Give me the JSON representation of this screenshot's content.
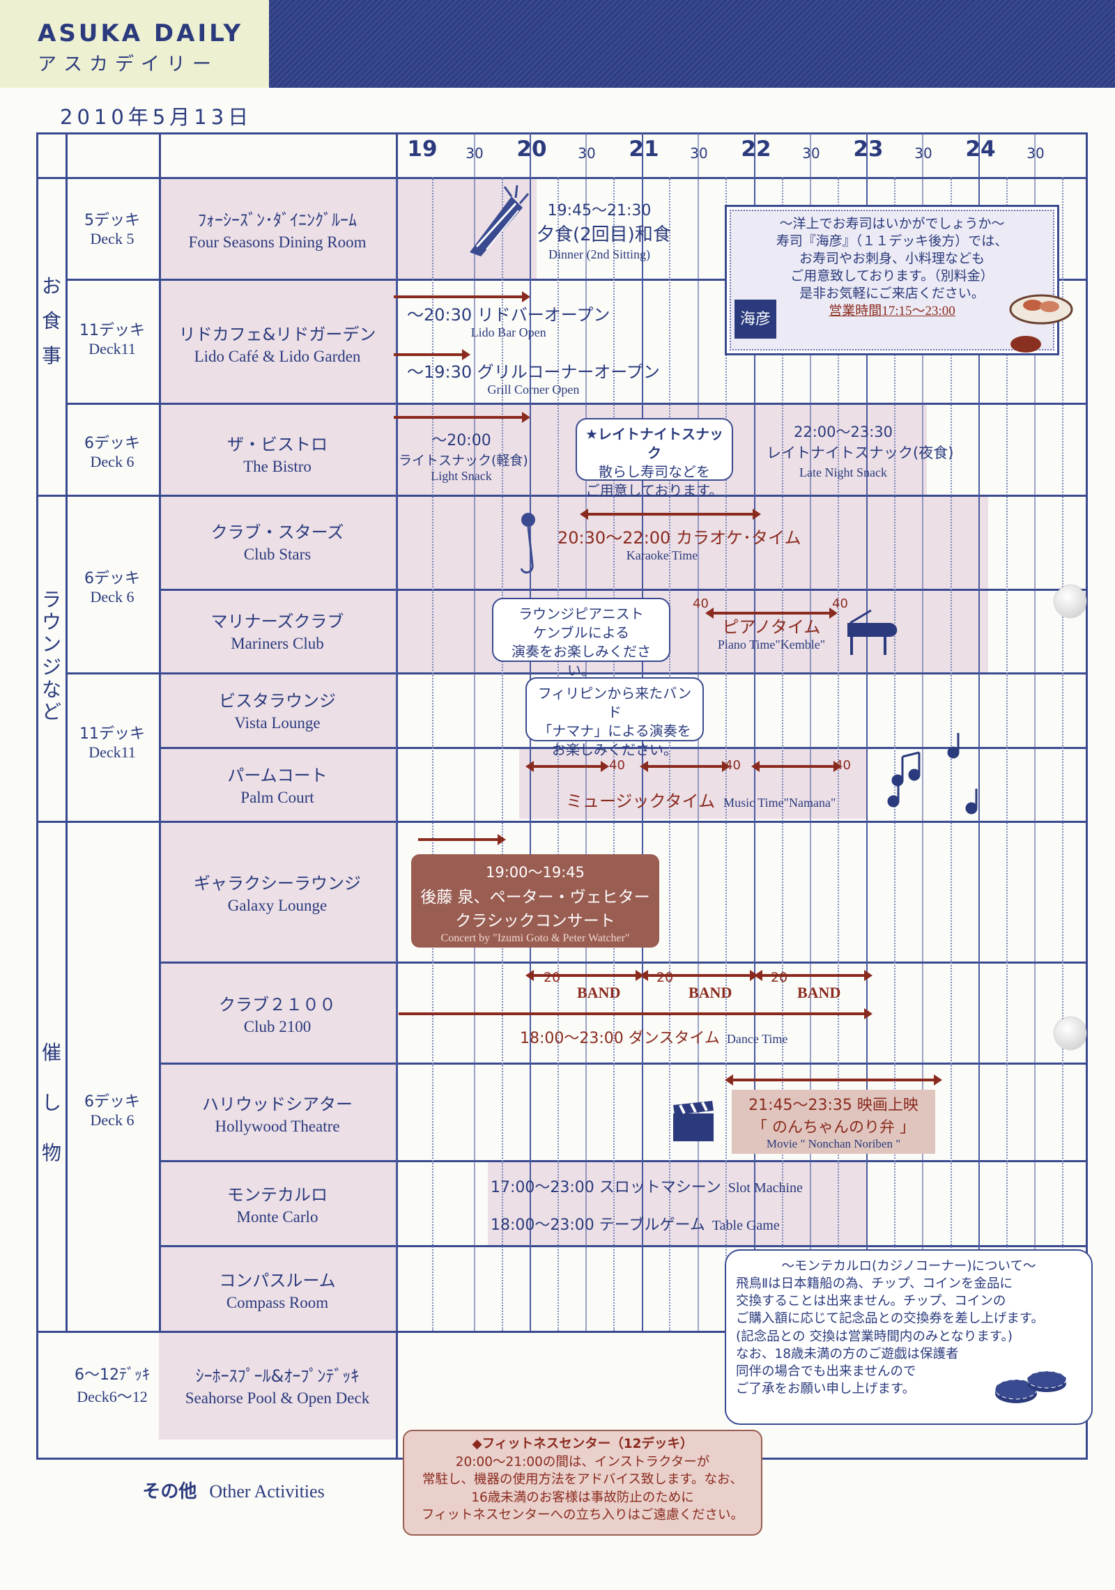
{
  "header": {
    "brand": "ASUKA DAILY",
    "brand_sub": "アスカデイリー",
    "date": "2010年5月13日"
  },
  "timeline": {
    "hours": [
      "19",
      "20",
      "21",
      "22",
      "23",
      "24"
    ],
    "minutes": "30"
  },
  "categories": {
    "dining": "お食事",
    "lounge": "ラウンジなど",
    "events": "催し物"
  },
  "decks": {
    "d5": {
      "j": "5デッキ",
      "e": "Deck 5"
    },
    "d11a": {
      "j": "11デッキ",
      "e": "Deck11"
    },
    "d6a": {
      "j": "6デッキ",
      "e": "Deck 6"
    },
    "d6b": {
      "j": "6デッキ",
      "e": "Deck 6"
    },
    "d11b": {
      "j": "11デッキ",
      "e": "Deck11"
    },
    "d6c": {
      "j": "6デッキ",
      "e": "Deck 6"
    },
    "d612": {
      "j": "6〜12ﾃﾞｯｷ",
      "e": "Deck6〜12"
    }
  },
  "venues": {
    "four_seasons": {
      "j": "ﾌｫｰｼｰｽﾞﾝ･ﾀﾞｲﾆﾝｸﾞﾙｰﾑ",
      "e": "Four Seasons Dining Room"
    },
    "lido": {
      "j": "リドカフェ&リドガーデン",
      "e": "Lido Café & Lido Garden"
    },
    "bistro": {
      "j": "ザ・ビストロ",
      "e": "The Bistro"
    },
    "club_stars": {
      "j": "クラブ・スターズ",
      "e": "Club Stars"
    },
    "mariners": {
      "j": "マリナーズクラブ",
      "e": "Mariners Club"
    },
    "vista": {
      "j": "ビスタラウンジ",
      "e": "Vista Lounge"
    },
    "palm": {
      "j": "パームコート",
      "e": "Palm Court"
    },
    "galaxy": {
      "j": "ギャラクシーラウンジ",
      "e": "Galaxy Lounge"
    },
    "club2100": {
      "j": "クラブ２１００",
      "e": "Club 2100"
    },
    "hollywood": {
      "j": "ハリウッドシアター",
      "e": "Hollywood Theatre"
    },
    "monte": {
      "j": "モンテカルロ",
      "e": "Monte Carlo"
    },
    "compass": {
      "j": "コンパスルーム",
      "e": "Compass Room"
    },
    "seahorse": {
      "j": "ｼｰﾎｰｽﾌﾟｰﾙ&ｵｰﾌﾟﾝﾃﾞｯｷ",
      "e": "Seahorse Pool & Open Deck"
    },
    "other": {
      "j": "その他",
      "e": "Other Activities"
    }
  },
  "events": {
    "dinner": {
      "time": "19:45〜21:30",
      "j": "夕食(2回目)和食",
      "e": "Dinner (2nd Sitting)"
    },
    "sushi_box": {
      "l1": "〜洋上でお寿司はいかがでしょうか〜",
      "l2": "寿司『海彦』（１１デッキ後方）では、",
      "l3": "お寿司やお刺身、小料理なども",
      "l4": "ご用意致しております。（別料金）",
      "l5": "是非お気軽にご来店ください。",
      "l6": "営業時間17:15〜23:00",
      "logo": "海彦"
    },
    "lido_bar": {
      "j": "〜20:30 リドバーオープン",
      "e": "Lido Bar Open"
    },
    "grill": {
      "j": "〜19:30 グリルコーナーオープン",
      "e": "Grill Corner Open"
    },
    "light_snack": {
      "time": "〜20:00",
      "j": "ライトスナック(軽食)",
      "e": "Light Snack"
    },
    "late_bubble": {
      "l1": "★レイトナイトスナック",
      "l2": "散らし寿司などを",
      "l3": "ご用意しております。"
    },
    "late_snack": {
      "time": "22:00〜23:30",
      "j": "レイトナイトスナック(夜食)",
      "e": "Late Night Snack"
    },
    "karaoke": {
      "j": "20:30〜22:00 カラオケ･タイム",
      "e": "Karaoke Time"
    },
    "piano_bubble": {
      "l1": "ラウンジピアニスト",
      "l2": "ケンブルによる",
      "l3": "演奏をお楽しみください。"
    },
    "piano": {
      "start": "40",
      "end": "40",
      "j": "ピアノタイム",
      "e": "Piano Time\"Kemble\""
    },
    "band_bubble": {
      "l1": "フィリピンから来たバンド",
      "l2": "「ナマナ」による演奏を",
      "l3": "お楽しみください。"
    },
    "music": {
      "m1": "40",
      "m2": "40",
      "m3": "40",
      "j": "ミュージックタイム",
      "e": "Music Time\"Namana\""
    },
    "concert": {
      "time": "19:00〜19:45",
      "j1": "後藤 泉、ペーター・ヴェヒター",
      "j2": "クラシックコンサート",
      "e": "Concert by \"Izumi Goto & Peter Watcher\""
    },
    "band": {
      "m1": "20",
      "m2": "20",
      "m3": "20",
      "label": "BAND"
    },
    "dance": {
      "j": "18:00〜23:00 ダンスタイム",
      "e": "Dance Time"
    },
    "movie": {
      "time": "21:45〜23:35 映画上映",
      "title": "「 のんちゃんのり弁 」",
      "e": "Movie \" Nonchan Noriben \""
    },
    "slot": {
      "j": "17:00〜23:00 スロットマシーン",
      "e": "Slot Machine"
    },
    "table_game": {
      "j": "18:00〜23:00 テーブルゲーム",
      "e": "Table Game"
    },
    "casino_note": {
      "l1": "〜モンテカルロ(カジノコーナー)について〜",
      "l2": "飛鳥Ⅱは日本籍船の為、チップ、コインを金品に",
      "l3": "交換することは出来ません。チップ、コインの",
      "l4": "ご購入額に応じて記念品との交換券を差し上げます。",
      "l5": "(記念品との 交換は営業時間内のみとなります。)",
      "l6": "なお、18歳未満の方のご遊戯は保護者",
      "l7": "同伴の場合でも出来ませんので",
      "l8": "ご了承をお願い申し上げます。"
    },
    "fitness": {
      "title": "◆フィットネスセンター（12デッキ）",
      "l1": "20:00〜21:00の間は、インストラクターが",
      "l2": "常駐し、機器の使用方法をアドバイス致します。なお、",
      "l3": "16歳未満のお客様は事故防止のために",
      "l4": "フィットネスセンターへの立ち入りはご遠慮ください。"
    }
  },
  "colors": {
    "navy": "#2a3a7c",
    "brown": "#8a2a1e",
    "shade": "#ecdfe6",
    "box_brown": "#9a5d52"
  }
}
